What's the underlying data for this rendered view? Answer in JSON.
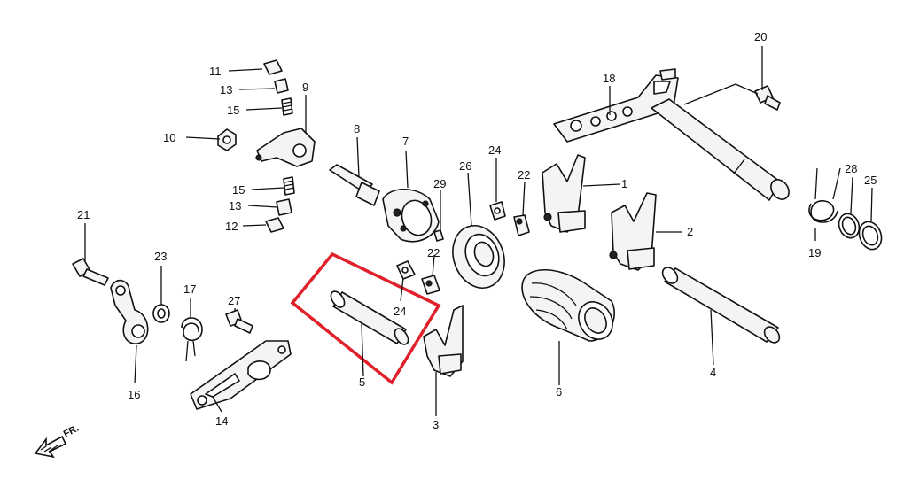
{
  "callouts": {
    "c1": "1",
    "c2": "2",
    "c3": "3",
    "c4": "4",
    "c5": "5",
    "c6": "6",
    "c7": "7",
    "c8": "8",
    "c9": "9",
    "c10": "10",
    "c11": "11",
    "c12": "12",
    "c13a": "13",
    "c13b": "13",
    "c14": "14",
    "c15a": "15",
    "c15b": "15",
    "c16": "16",
    "c17": "17",
    "c18": "18",
    "c19": "19",
    "c20": "20",
    "c21": "21",
    "c22a": "22",
    "c22b": "22",
    "c23": "23",
    "c24a": "24",
    "c24b": "24",
    "c25": "25",
    "c26": "26",
    "c27": "27",
    "c28": "28",
    "c29": "29"
  },
  "direction_marker": "FR.",
  "highlight_color": "#e0202a",
  "line_color": "#111111"
}
